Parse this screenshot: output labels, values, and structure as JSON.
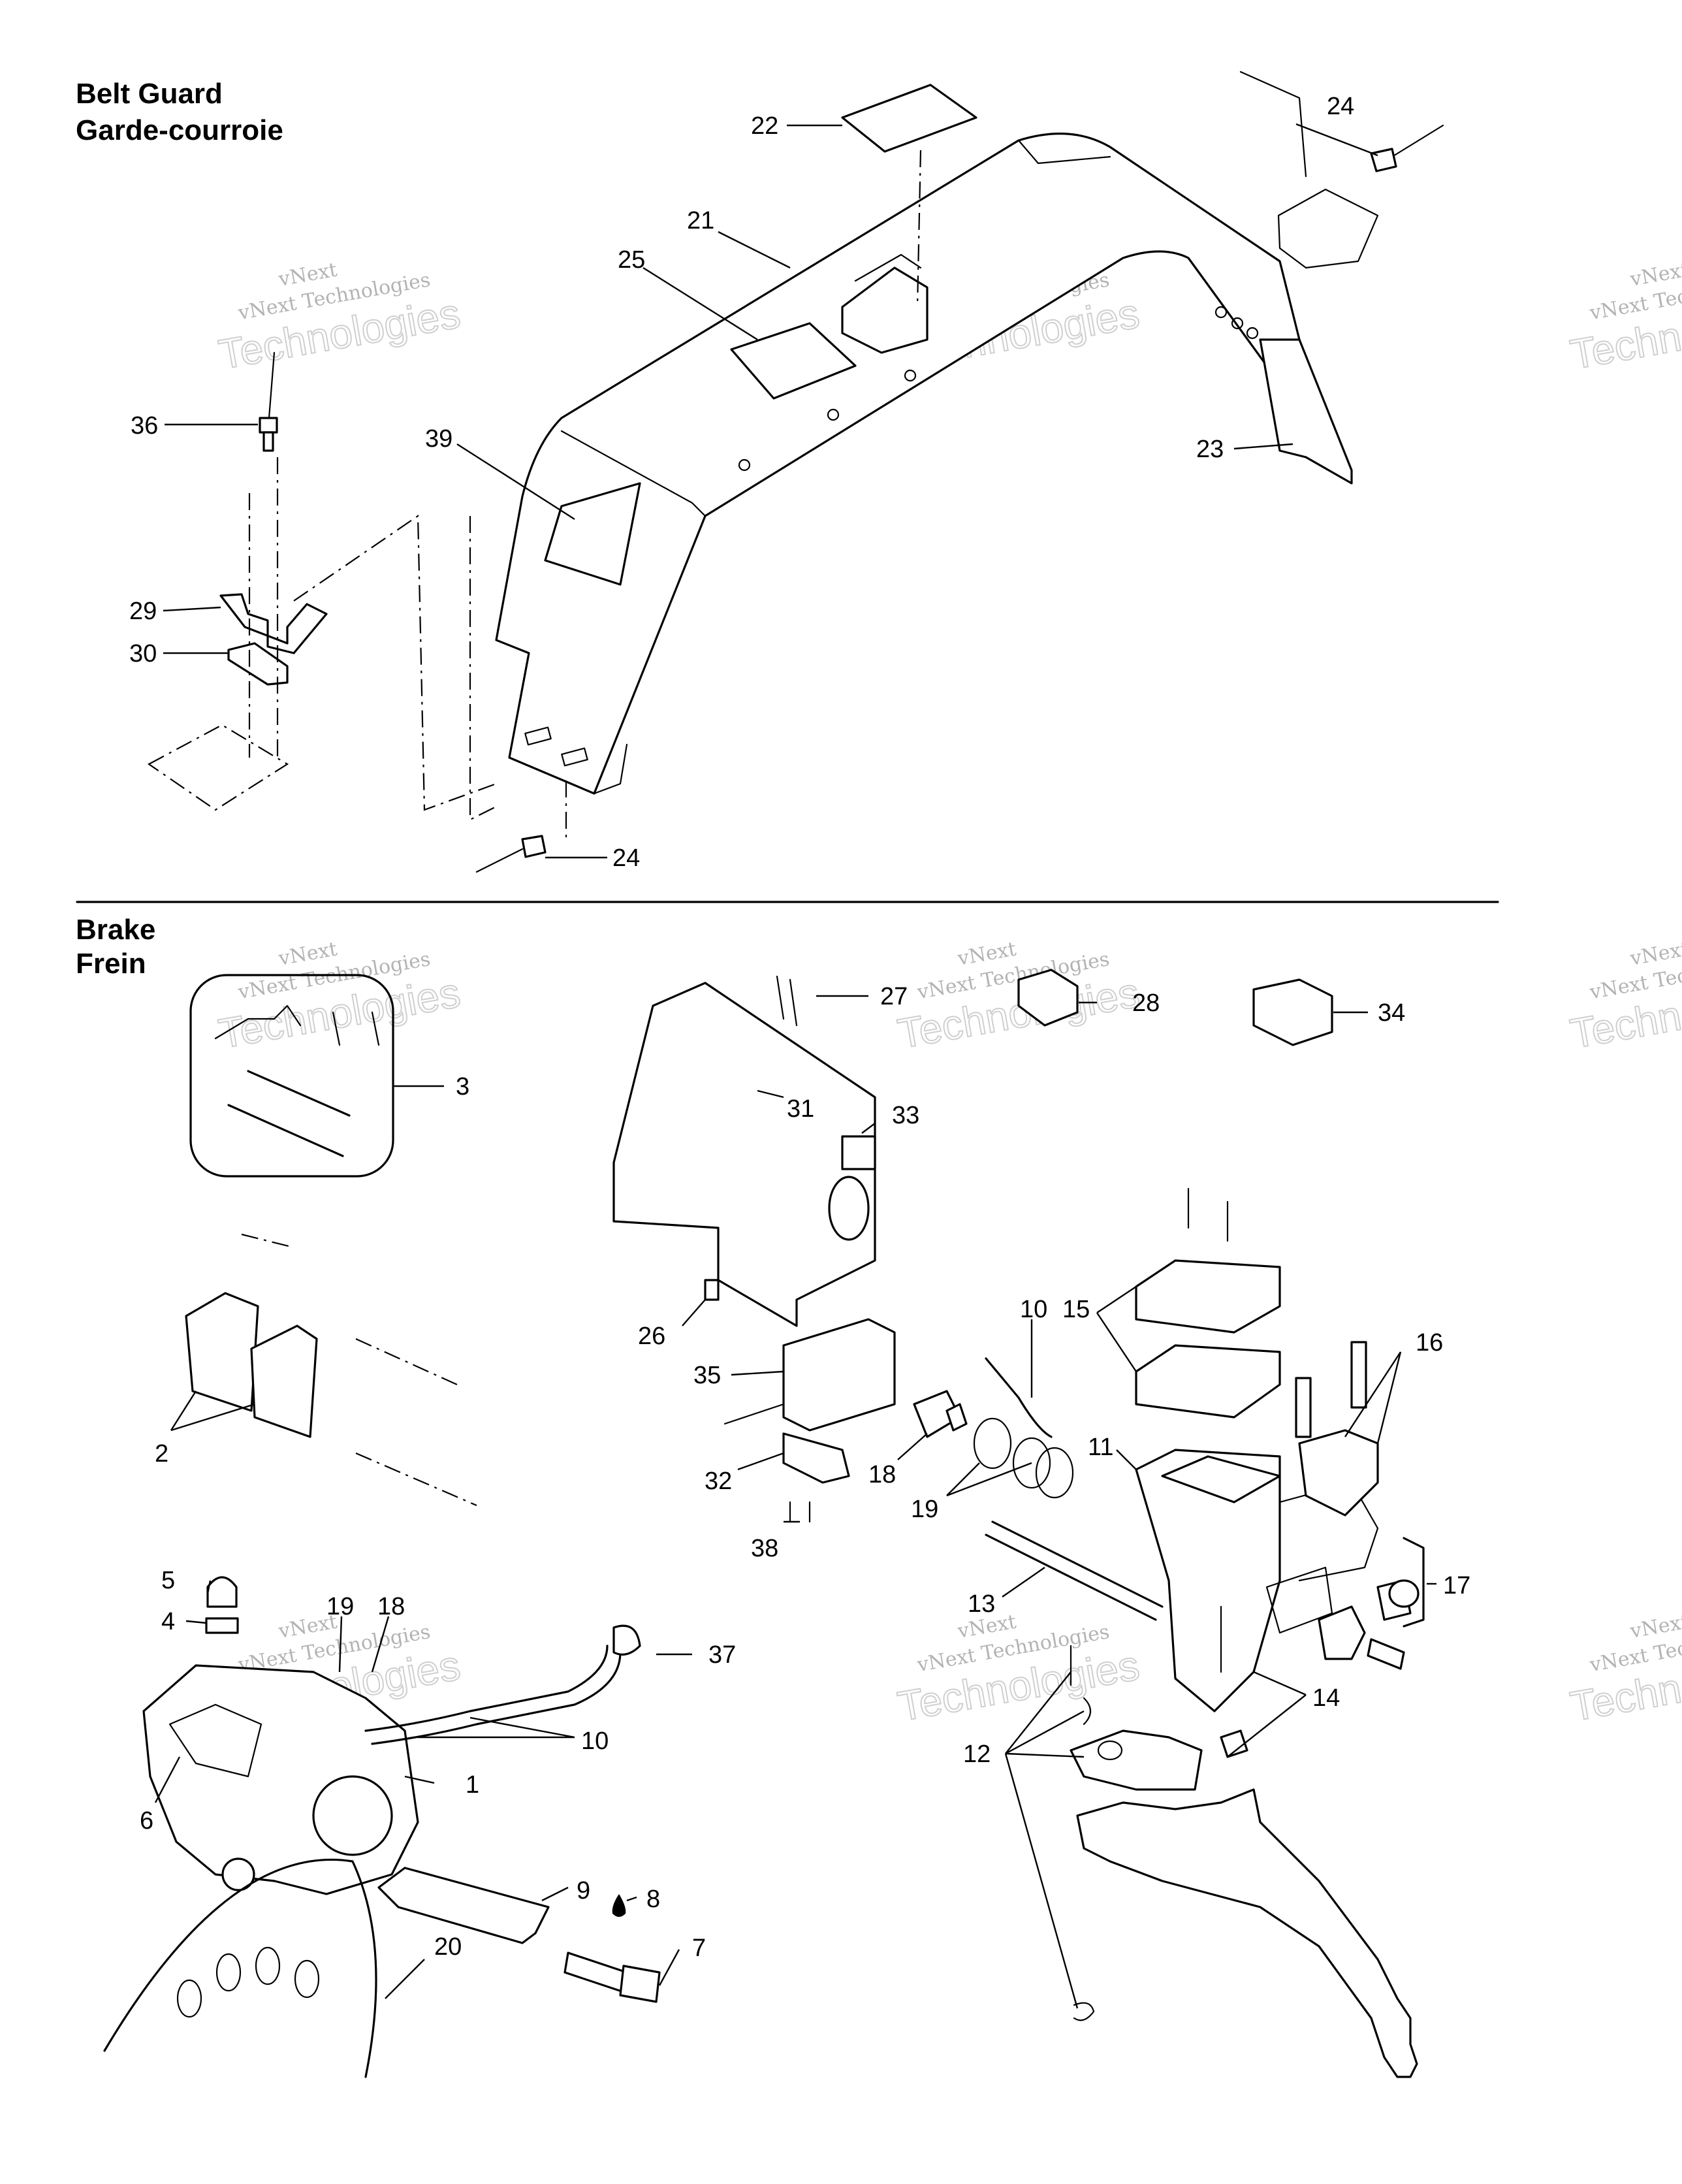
{
  "sections": {
    "belt_guard": {
      "title_en": "Belt Guard",
      "title_fr": "Garde-courroie"
    },
    "brake": {
      "title_en": "Brake",
      "title_fr": "Frein"
    }
  },
  "watermark": {
    "line1": "vNext",
    "line2": "vNext Technologies",
    "line3": "Technologies"
  },
  "callouts": {
    "c22": "22",
    "c24a": "24",
    "c21": "21",
    "c25": "25",
    "c36": "36",
    "c39": "39",
    "c23": "23",
    "c29": "29",
    "c30": "30",
    "c24b": "24",
    "c27": "27",
    "c28": "28",
    "c34": "34",
    "c3": "3",
    "c31": "31",
    "c33": "33",
    "c10a": "10",
    "c15": "15",
    "c16": "16",
    "c26": "26",
    "c35": "35",
    "c2": "2",
    "c18a": "18",
    "c11": "11",
    "c32": "32",
    "c19a": "19",
    "c38": "38",
    "c17": "17",
    "c13": "13",
    "c5": "5",
    "c4": "4",
    "c19b": "19",
    "c18b": "18",
    "c37": "37",
    "c14": "14",
    "c10b": "10",
    "c12": "12",
    "c1": "1",
    "c6": "6",
    "c9": "9",
    "c8": "8",
    "c7": "7",
    "c20": "20"
  }
}
